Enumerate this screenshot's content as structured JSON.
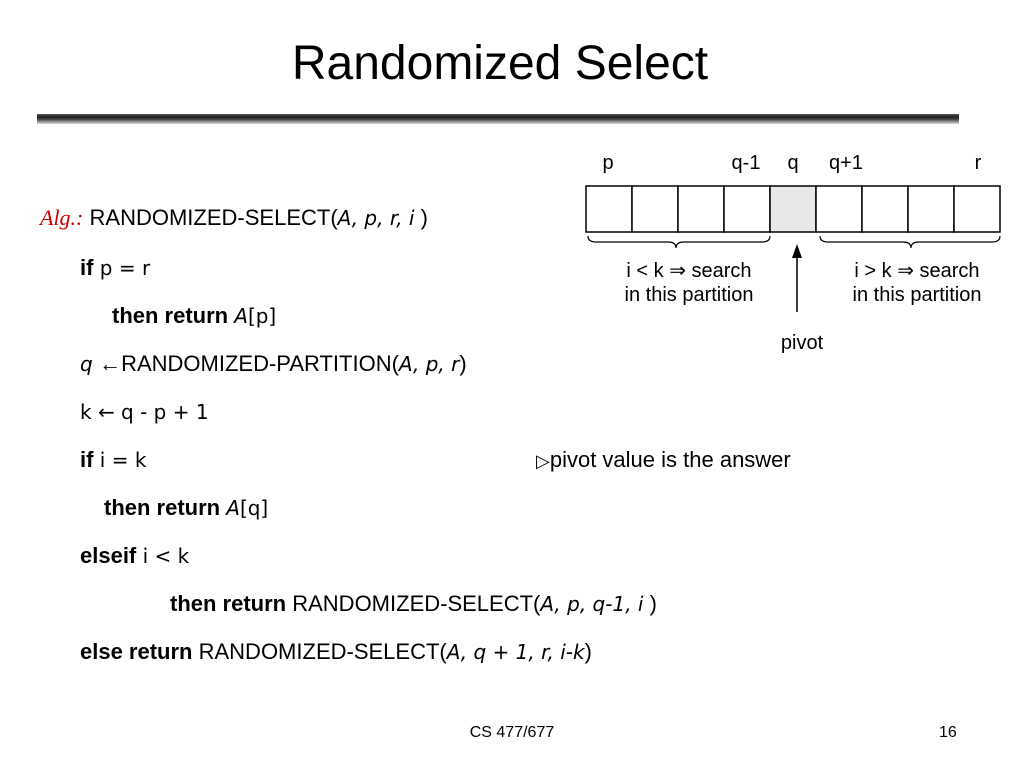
{
  "slide": {
    "title": "Randomized Select",
    "footer": "CS 477/677",
    "page_number": "16"
  },
  "algorithm": {
    "alg_label": "Alg.:",
    "line1": {
      "name": "RANDOMIZED-SELECT(",
      "args": "A, p, r, i",
      "close": " )"
    },
    "line2": {
      "keyword": "if",
      "cond": " p = r"
    },
    "line3": {
      "keyword": "then return",
      "array": "A",
      "idx": "[p]"
    },
    "line4": {
      "var": "q ",
      "arrow": "←",
      "name": "RANDOMIZED-PARTITION(",
      "args": "A, p, r",
      "close": ")"
    },
    "line5": {
      "text": "k ← q - p + 1"
    },
    "line6": {
      "keyword": "if",
      "cond": " i = k"
    },
    "comment": {
      "marker": "▷",
      "text": "pivot value is the answer"
    },
    "line7": {
      "keyword": "then return",
      "array": "A",
      "idx": "[q]"
    },
    "line8": {
      "keyword": "elseif",
      "cond": " i < k"
    },
    "line9": {
      "keyword": "then return",
      "name": " RANDOMIZED-SELECT(",
      "args": "A, p, q-1, i",
      "close": " )"
    },
    "line10": {
      "keyword": "else return",
      "name": " RANDOMIZED-SELECT(",
      "args": "A, q + 1, r, i-k",
      "close": ")"
    }
  },
  "diagram": {
    "index_labels": {
      "p": "p",
      "q_minus_1": "q-1",
      "q": "q",
      "q_plus_1": "q+1",
      "r": "r"
    },
    "cell_count": 9,
    "pivot_cell_index": 4,
    "pivot_fill": "#e8e8e8",
    "left_note_line1": "i < k ⇒ search",
    "left_note_line2": "in this partition",
    "right_note_line1": "i > k ⇒ search",
    "right_note_line2": "in this partition",
    "pivot_label": "pivot"
  }
}
